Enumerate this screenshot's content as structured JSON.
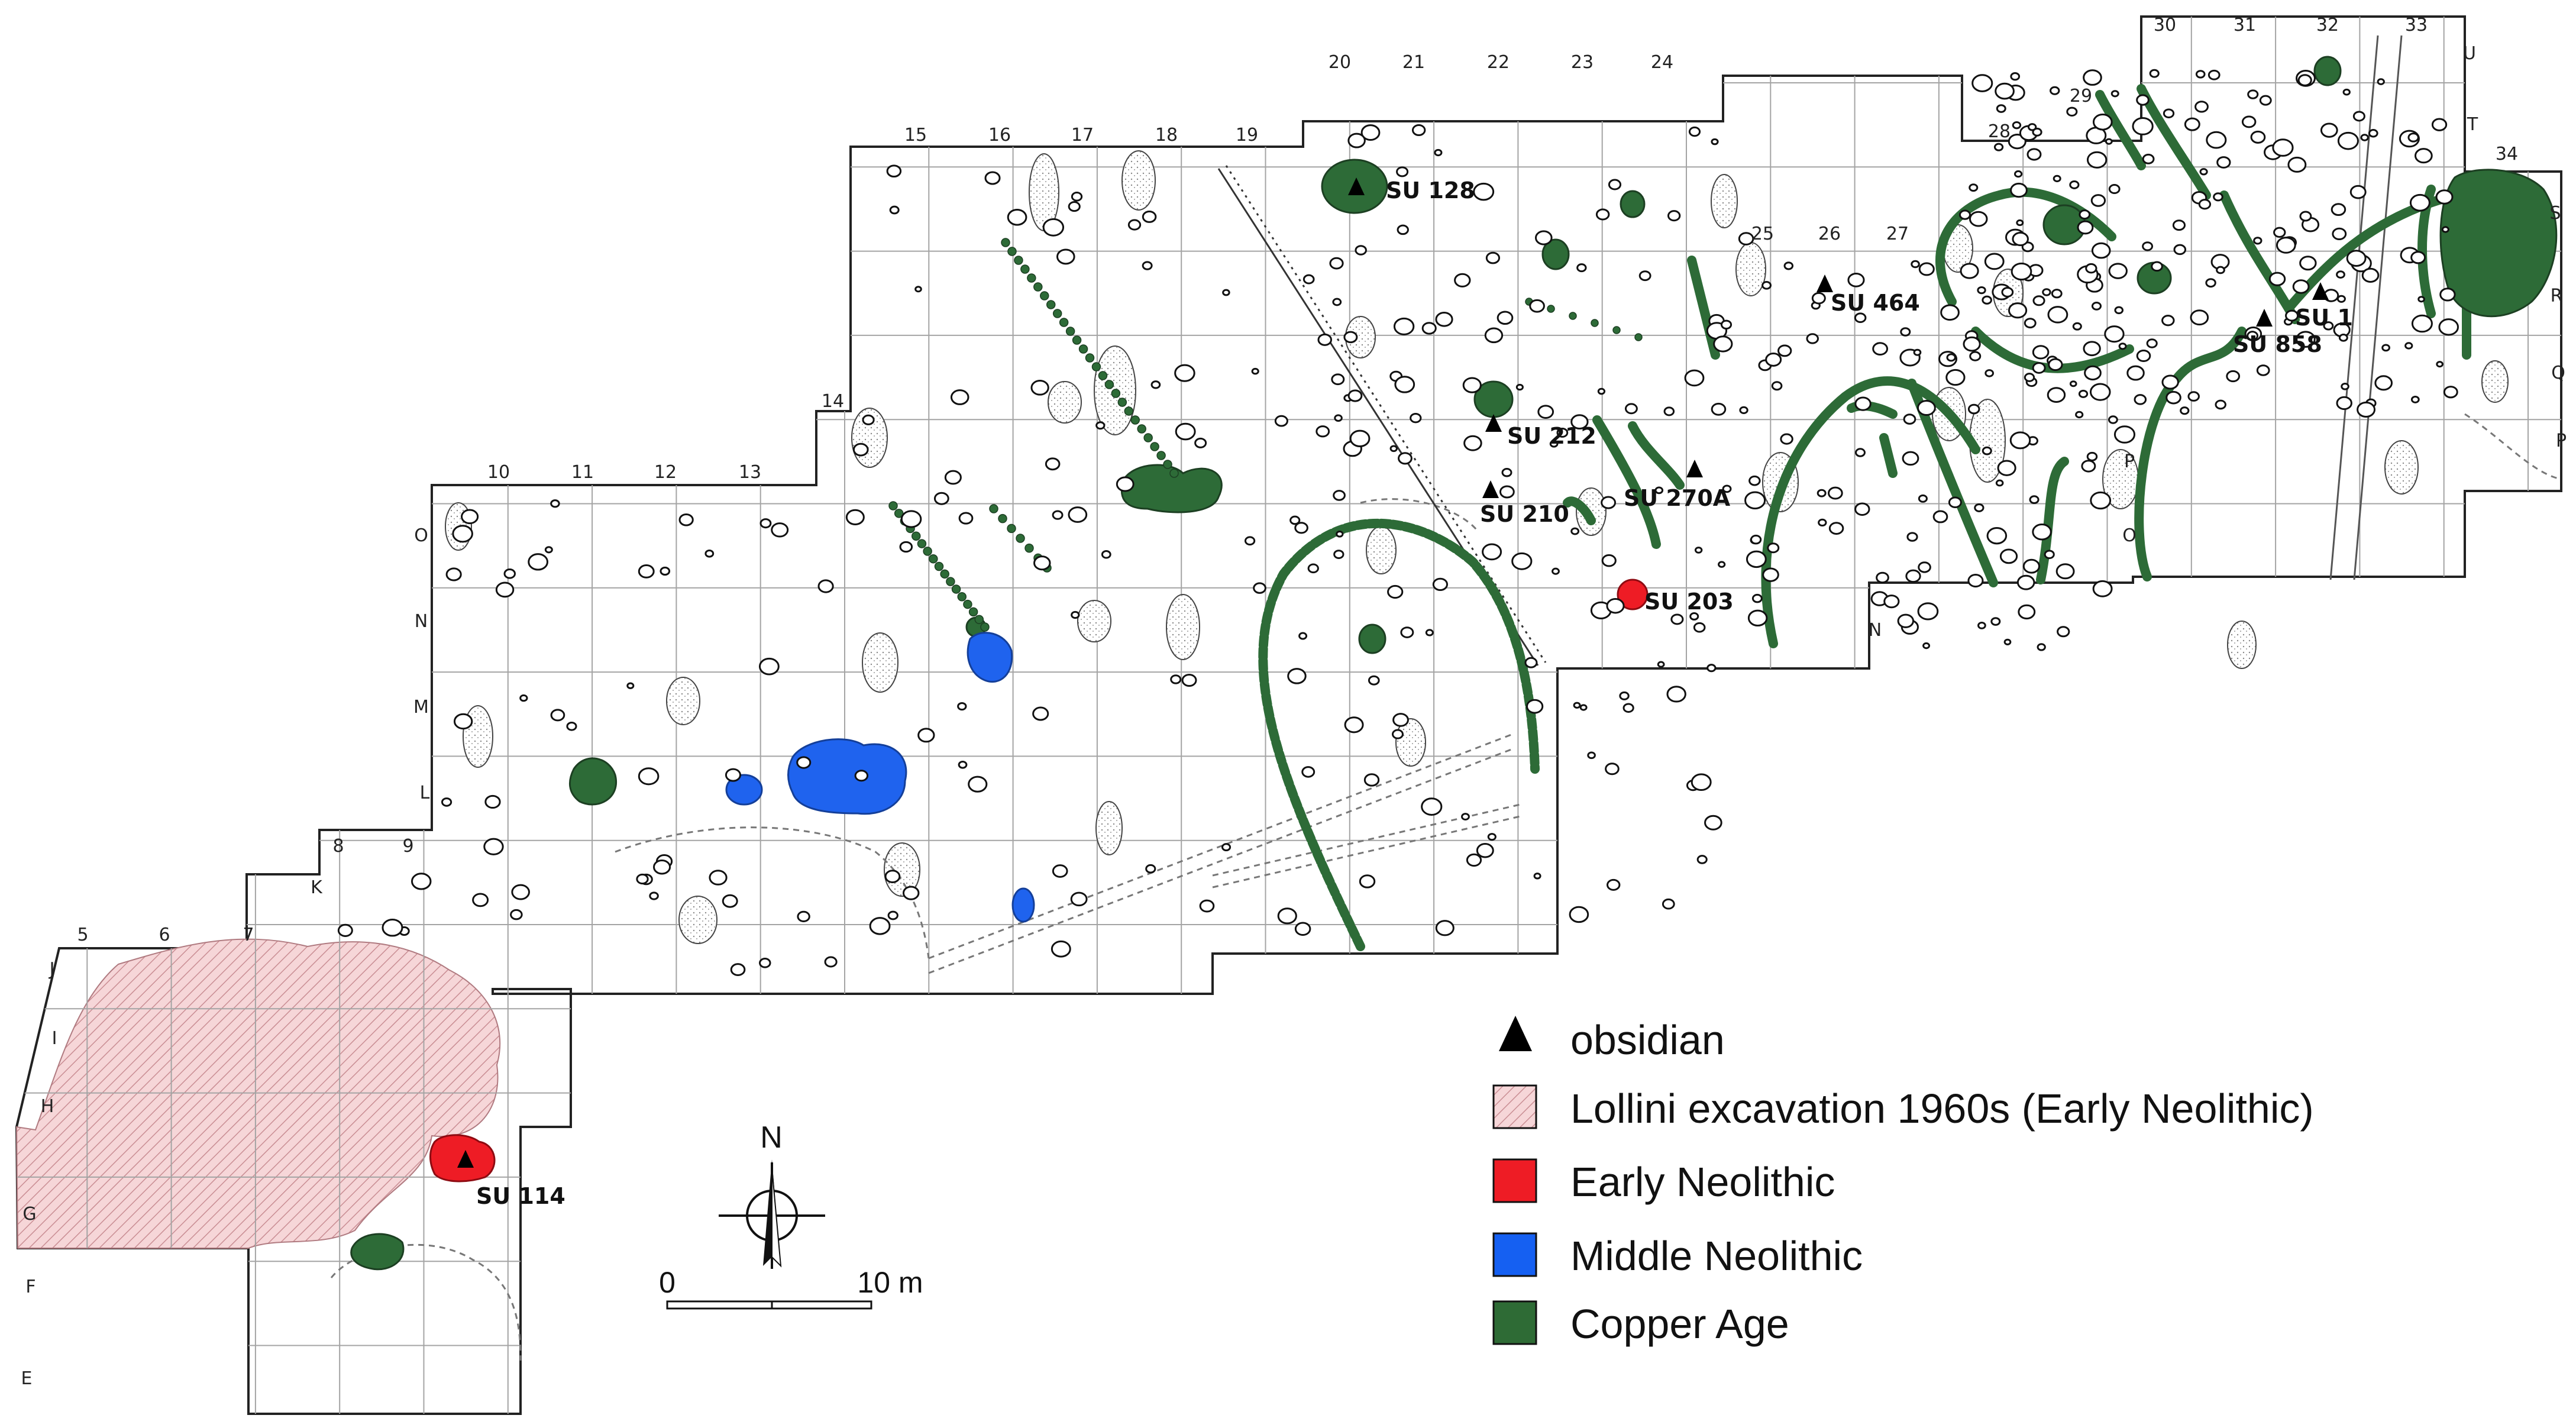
{
  "map": {
    "column_labels": [
      "5",
      "6",
      "7",
      "8",
      "9",
      "10",
      "11",
      "12",
      "13",
      "14",
      "15",
      "16",
      "17",
      "18",
      "19",
      "20",
      "21",
      "22",
      "23",
      "24",
      "25",
      "26",
      "27",
      "28",
      "29",
      "30",
      "31",
      "32",
      "33",
      "34"
    ],
    "row_labels": [
      "E",
      "F",
      "G",
      "H",
      "I",
      "J",
      "K",
      "L",
      "M",
      "N",
      "O",
      "N",
      "O",
      "P",
      "P",
      "Q",
      "R",
      "S",
      "T",
      "U"
    ],
    "su_labels": [
      "SU 128",
      "SU 212",
      "SU 210",
      "SU 270A",
      "SU 203",
      "SU 464",
      "SU 858",
      "SU 1",
      "SU 114"
    ]
  },
  "legend": {
    "items": [
      {
        "label": "obsidian",
        "symbol": "triangle",
        "color": "#000000"
      },
      {
        "label": "Lollini excavation 1960s (Early Neolithic)",
        "symbol": "hatched",
        "color": "#f2c9cc"
      },
      {
        "label": "Early Neolithic",
        "symbol": "square",
        "color": "#ee1c25"
      },
      {
        "label": "Middle Neolithic",
        "symbol": "square",
        "color": "#1560f2"
      },
      {
        "label": "Copper Age",
        "symbol": "square",
        "color": "#2e6b35"
      }
    ]
  },
  "north_arrow": {
    "label": "N"
  },
  "scale_bar": {
    "start": "0",
    "end": "10 m"
  },
  "colors": {
    "early_neolithic": "#ee1c25",
    "middle_neolithic": "#1f63ee",
    "copper_age": "#2d6b37",
    "lollini": "#f4cfd2",
    "grid": "#9a9a9a",
    "outline": "#222222"
  }
}
